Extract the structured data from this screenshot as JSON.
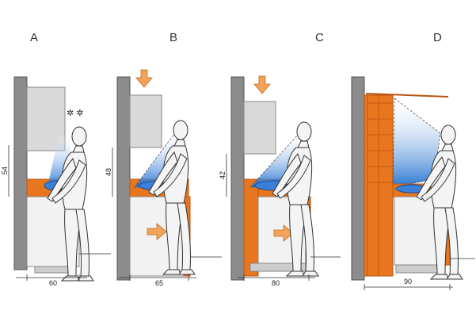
{
  "panels": [
    {
      "label": "A",
      "width_dim": "60",
      "height_dim": "54"
    },
    {
      "label": "B",
      "width_dim": "65",
      "height_dim": "48"
    },
    {
      "label": "C",
      "width_dim": "80",
      "height_dim": "42"
    },
    {
      "label": "D",
      "width_dim": "90",
      "height_dim": ""
    }
  ],
  "colors": {
    "wall": "#8c8c8c",
    "counter": "#e8761e",
    "cabinet_top": "#d8d8d8",
    "base_front": "#f0f0f0",
    "figure": "#f2f2f2",
    "view_cone": "#2f7fd6",
    "arrow": "#f3a35a"
  }
}
